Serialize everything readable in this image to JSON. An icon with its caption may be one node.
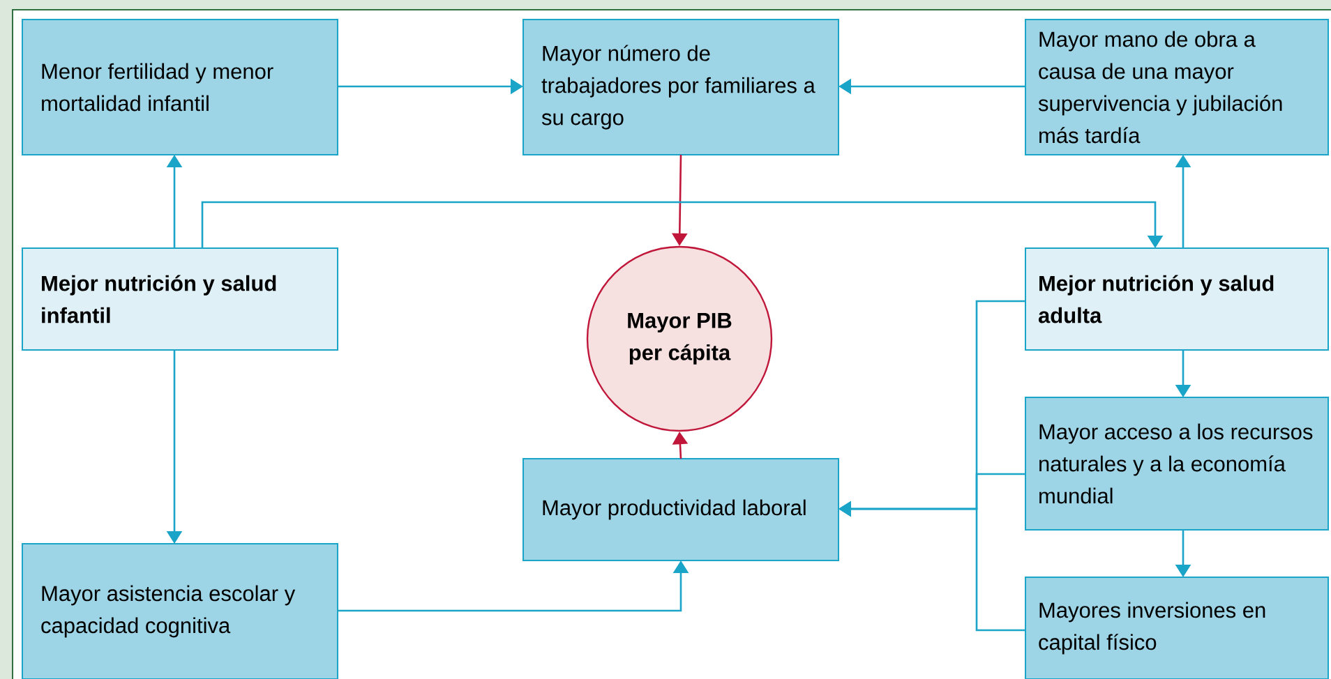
{
  "diagram": {
    "nodes": [
      {
        "text": [
          "Menor fertilidad y menor mortalidad infantil"
        ]
      },
      {
        "text": [
          "Mayor número de trabajadores por familiares a su cargo"
        ]
      },
      {
        "text": [
          "Mayor mano de obra a causa de una mayor supervivencia y jubilación más tardía"
        ]
      },
      {
        "text": [
          "Mejor nutrición y salud infantil"
        ]
      },
      {
        "text": [
          "Mayor PIB per cápita"
        ]
      },
      {
        "text": [
          "Mejor nutrición y salud adulta"
        ]
      },
      {
        "text": [
          "Mayor acceso a los recursos naturales y a la economía mundial"
        ]
      },
      {
        "text": [
          "Mayor productividad laboral"
        ]
      },
      {
        "text": [
          "Mayor asistencia escolar y capacidad cognitiva"
        ]
      },
      {
        "text": [
          "Mayores inversiones en capital físico"
        ]
      }
    ],
    "edges": [
      {
        "from": 3,
        "to": 0,
        "arrow": "to"
      },
      {
        "from": 0,
        "to": 1,
        "arrow": "to"
      },
      {
        "from": 2,
        "to": 1,
        "arrow": "to"
      },
      {
        "from": 1,
        "to": 4,
        "arrow": "to",
        "color": "#c0163a"
      },
      {
        "from": 3,
        "to": 5,
        "arrow": "to"
      },
      {
        "from": 5,
        "to": 2,
        "arrow": "to"
      },
      {
        "from": 3,
        "to": 8,
        "arrow": "to"
      },
      {
        "from": 5,
        "to": 6,
        "arrow": "to"
      },
      {
        "from": 6,
        "to": 9,
        "arrow": "to"
      },
      {
        "from": 8,
        "to": 7,
        "arrow": "to"
      },
      {
        "from": 7,
        "to": 4,
        "arrow": "to",
        "color": "#c0163a"
      },
      {
        "from": 5,
        "to": 7,
        "arrow": "to"
      },
      {
        "from": 6,
        "to": 7,
        "arrow": "to"
      },
      {
        "from": 9,
        "to": 7,
        "arrow": "to"
      }
    ]
  }
}
